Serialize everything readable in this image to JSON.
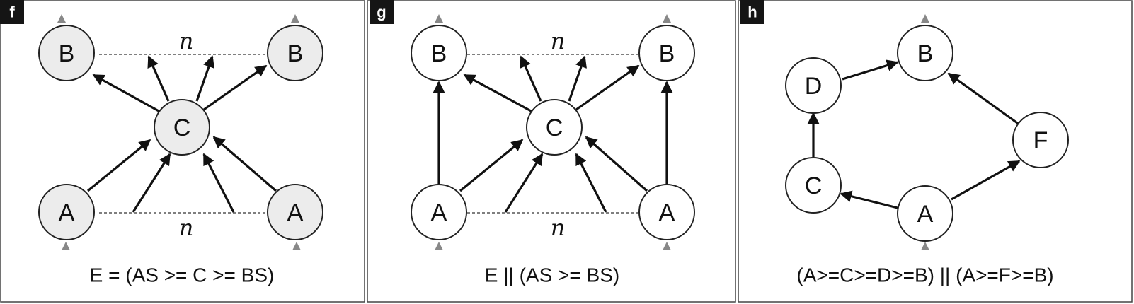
{
  "panels": [
    {
      "tag": "f",
      "caption": "E = (AS >= C >= BS)",
      "replication_label_top": "n",
      "replication_label_bottom": "n",
      "nodes": {
        "b_left": "B",
        "b_right": "B",
        "c": "C",
        "a_left": "A",
        "a_right": "A"
      },
      "node_fill": "#ececec"
    },
    {
      "tag": "g",
      "caption": "E || (AS >= BS)",
      "replication_label_top": "n",
      "replication_label_bottom": "n",
      "nodes": {
        "b_left": "B",
        "b_right": "B",
        "c": "C",
        "a_left": "A",
        "a_right": "A"
      },
      "node_fill": "#ffffff"
    },
    {
      "tag": "h",
      "caption": "(A>=C>=D>=B) || (A>=F>=B)",
      "nodes": {
        "d": "D",
        "b": "B",
        "f": "F",
        "c": "C",
        "a": "A"
      },
      "node_fill": "#ffffff"
    }
  ],
  "colors": {
    "tag_background": "#151515",
    "stroke": "#111111",
    "io_marker": "#888888"
  }
}
